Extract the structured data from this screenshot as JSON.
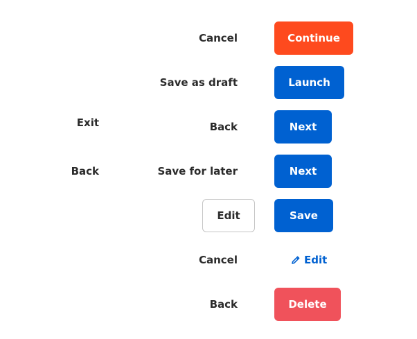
{
  "rows": [
    {
      "secondary": "Cancel",
      "primary": "Continue"
    },
    {
      "secondary": "Save as draft",
      "primary": "Launch"
    },
    {
      "tertiary": "Exit",
      "secondary": "Back",
      "primary": "Next"
    },
    {
      "tertiary": "Back",
      "secondary": "Save for later",
      "primary": "Next"
    },
    {
      "outline": "Edit",
      "primary": "Save"
    },
    {
      "secondary": "Cancel",
      "link": "Edit",
      "link_icon": "pencil-icon"
    },
    {
      "secondary": "Back",
      "danger": "Delete"
    }
  ],
  "colors": {
    "orange": "#fe4a1e",
    "blue": "#0061d1",
    "red": "#f0525b",
    "text": "#2b2b2b"
  }
}
